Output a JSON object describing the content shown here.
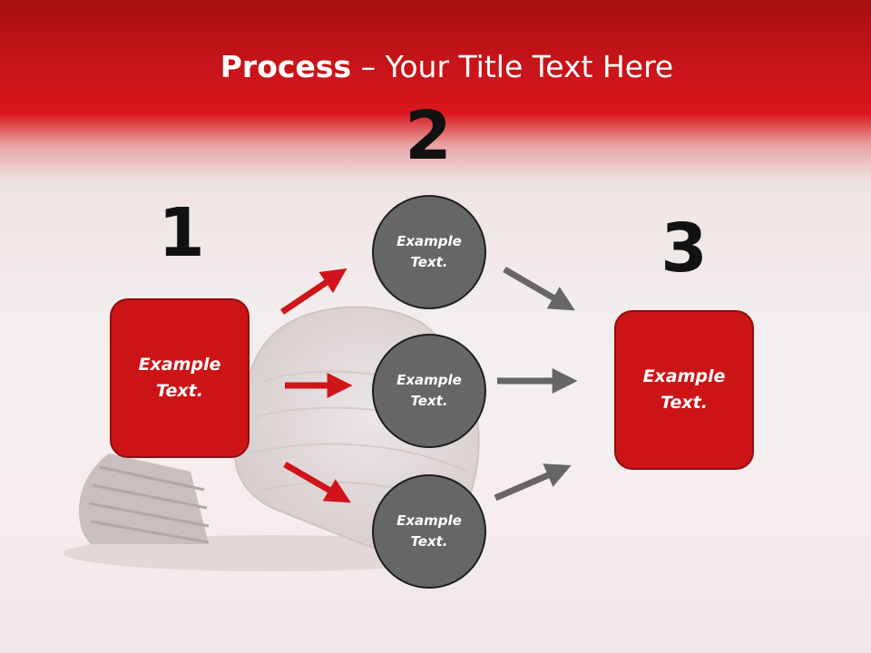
{
  "title": {
    "bold": "Process",
    "rest": " – Your Title Text Here"
  },
  "steps": {
    "one": {
      "number": "1",
      "box_text": "Example Text."
    },
    "two": {
      "number": "2",
      "circles": [
        "Example Text.",
        "Example Text.",
        "Example Text."
      ]
    },
    "three": {
      "number": "3",
      "box_text": "Example Text."
    }
  },
  "colors": {
    "header_red": "#c7141a",
    "box_red": "#cc1416",
    "circle_gray": "#666666",
    "arrow_red": "#d01419",
    "arrow_gray": "#666666"
  }
}
